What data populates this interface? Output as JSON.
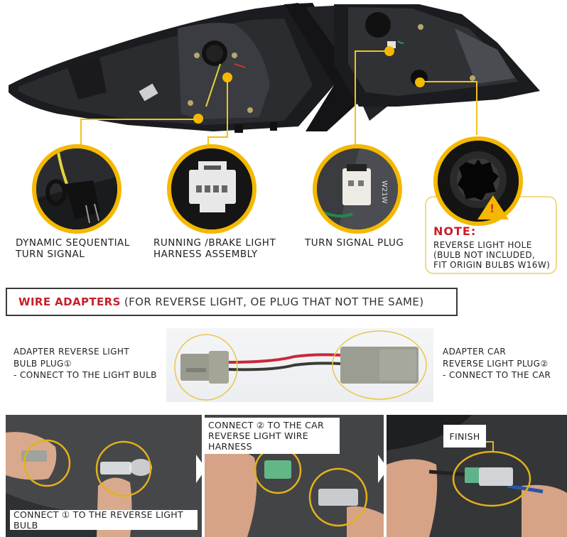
{
  "colors": {
    "accent_yellow": "#f5b800",
    "note_red": "#c6202a",
    "text_dark": "#222222",
    "banner_border": "#3a3a3a"
  },
  "detail_callouts": [
    {
      "id": "dynamic-sequential-turn-signal",
      "caption_line1": "DYNAMIC SEQUENTIAL",
      "caption_line2": "TURN SIGNAL"
    },
    {
      "id": "running-brake-light-harness",
      "caption_line1": "RUNNING /BRAKE LIGHT",
      "caption_line2": "HARNESS ASSEMBLY"
    },
    {
      "id": "turn-signal-plug",
      "caption_line1": "TURN SIGNAL PLUG",
      "caption_line2": "",
      "plug_marking": "W21W"
    },
    {
      "id": "reverse-light-hole",
      "caption_line1": "",
      "caption_line2": ""
    }
  ],
  "note": {
    "title": "NOTE:",
    "body": "REVERSE LIGHT HOLE\n(BULB NOT INCLUDED,\nFIT ORIGIN BULBS W16W)",
    "warning_symbol": "!"
  },
  "wire_adapters": {
    "title_highlight": "WIRE ADAPTERS",
    "title_rest": "(FOR REVERSE LIGHT,  OE PLUG THAT NOT THE SAME)",
    "left_label": "ADAPTER REVERSE LIGHT\nBULB PLUG①\n- CONNECT TO THE LIGHT BULB",
    "right_label": "ADAPTER CAR\nREVERSE LIGHT PLUG②\n- CONNECT TO THE CAR"
  },
  "steps": [
    {
      "label": "CONNECT ① TO THE REVERSE LIGHT BULB"
    },
    {
      "label": "CONNECT ② TO THE CAR\nREVERSE LIGHT WIRE HARNESS"
    },
    {
      "label": "FINISH"
    }
  ]
}
